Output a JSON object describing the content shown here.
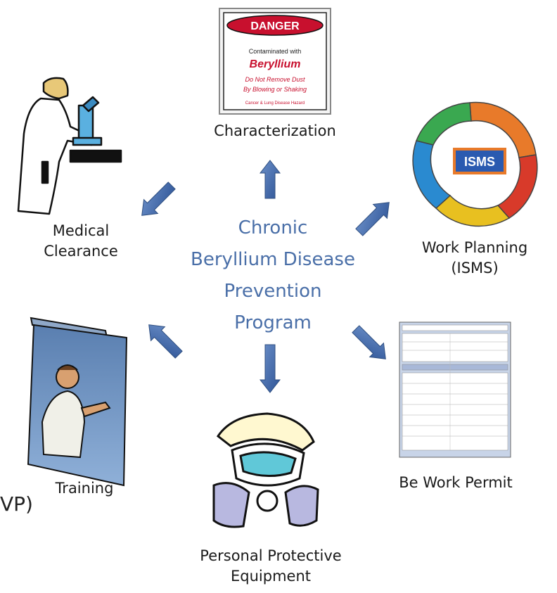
{
  "center": {
    "lines": [
      "Chronic",
      "Beryllium Disease",
      "Prevention",
      "Program"
    ],
    "color": "#4a6fa8"
  },
  "nodes": {
    "characterization": {
      "label": "Characterization"
    },
    "medical": {
      "lines": [
        "Medical",
        "Clearance"
      ]
    },
    "work_planning": {
      "lines": [
        "Work Planning",
        "(ISMS)"
      ]
    },
    "training": {
      "label": "Training"
    },
    "permit": {
      "label": "Be Work Permit"
    },
    "ppe": {
      "lines": [
        "Personal Protective",
        "Equipment"
      ]
    }
  },
  "danger_sign": {
    "header": "DANGER",
    "lines": [
      "Contaminated with",
      "Beryllium",
      "Do Not Remove Dust",
      "By Blowing or Shaking",
      "Cancer & Lung Disease Hazard"
    ]
  },
  "isms_badge": "ISMS",
  "left_fragment": "VP)",
  "colors": {
    "arrow": "#4a72b0",
    "arrow_edge": "#2f4f80",
    "danger_red": "#c8102e"
  }
}
